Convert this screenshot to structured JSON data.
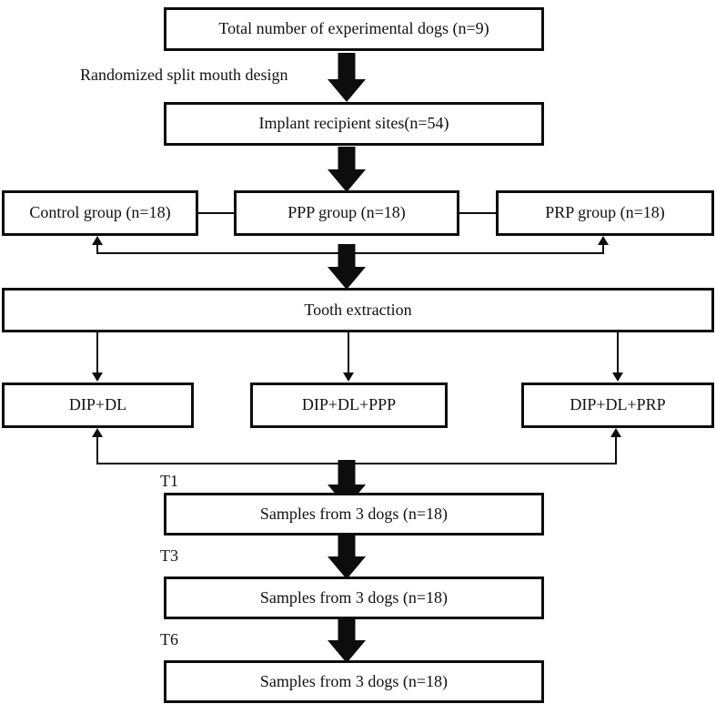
{
  "figure": {
    "type": "flowchart",
    "orientation": "top-to-bottom",
    "nodes": {
      "total_dogs": "Total number of experimental dogs (n=9)",
      "implant_sites": "Implant recipient sites(n=54)",
      "control_group": "Control group (n=18)",
      "ppp_group": "PPP group (n=18)",
      "prp_group": "PRP group (n=18)",
      "tooth_extraction": "Tooth extraction",
      "dip_dl": "DIP+DL",
      "dip_dl_ppp": "DIP+DL+PPP",
      "dip_dl_prp": "DIP+DL+PRP",
      "samples_t1": "Samples from 3 dogs (n=18)",
      "samples_t3": "Samples from 3 dogs (n=18)",
      "samples_t6": "Samples from 3 dogs (n=18)"
    },
    "edge_labels": {
      "randomization": "Randomized split mouth design"
    },
    "timepoints": {
      "t1": "T1",
      "t3": "T3",
      "t6": "T6"
    },
    "colors": {
      "stroke": "#0d0d0d",
      "fill": "#ffffff",
      "text": "#111111"
    }
  }
}
